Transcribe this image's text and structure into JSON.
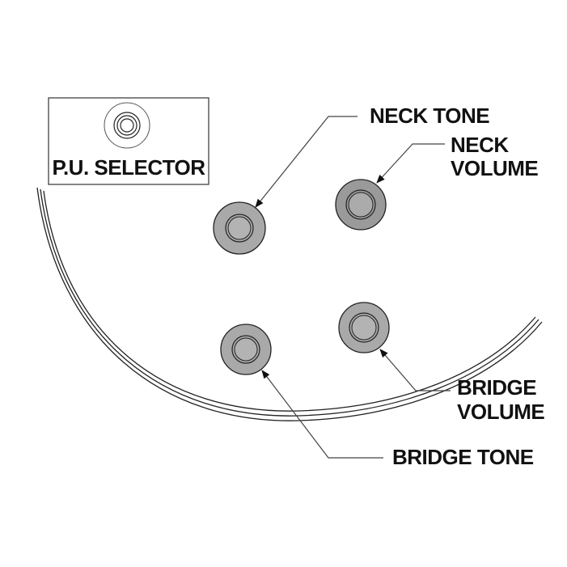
{
  "labels": {
    "pu_selector": "P.U. SELECTOR",
    "neck_tone": "NECK TONE",
    "neck_volume_line1": "NECK",
    "neck_volume_line2": "VOLUME",
    "bridge_volume_line1": "BRIDGE",
    "bridge_volume_line2": "VOLUME",
    "bridge_tone": "BRIDGE TONE"
  },
  "colors": {
    "knob_fill": "#a9a9a9",
    "knob_fill_dark": "#9a9a9a",
    "knob_ring_fill": "#b3b3b3",
    "outline": "#222222",
    "text": "#111111"
  },
  "icons": {
    "selector": "pu-selector-switch-icon",
    "knob": "control-knob-icon"
  }
}
